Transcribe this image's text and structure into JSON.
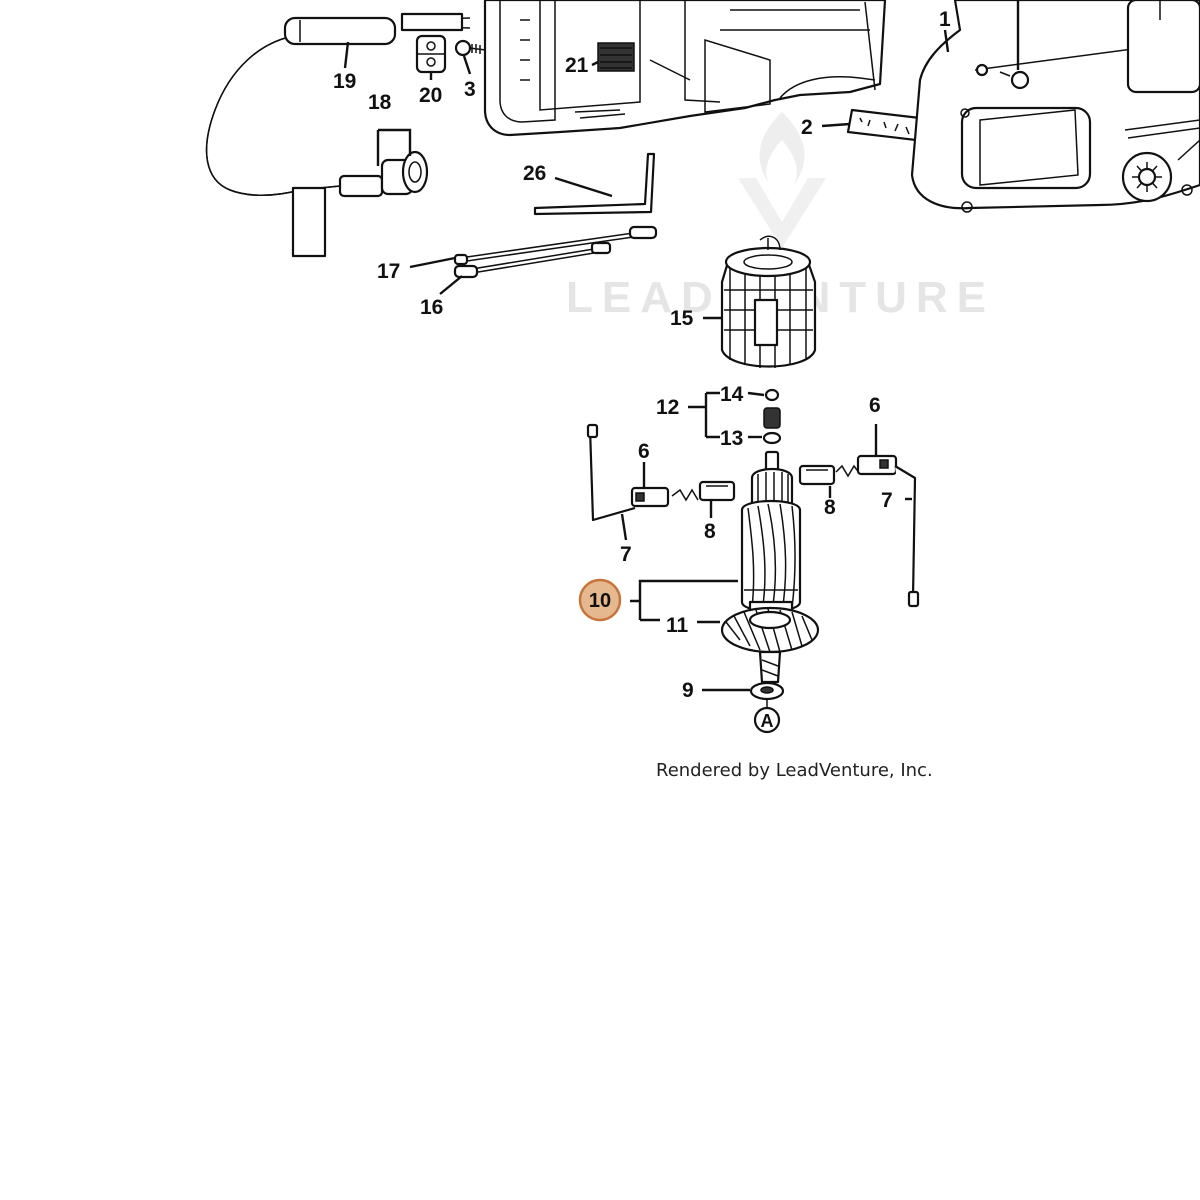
{
  "watermark": {
    "brand": "LEADVENTURE"
  },
  "credit": "Rendered by LeadVenture, Inc.",
  "reference_marker": "A",
  "highlight": {
    "label": "10",
    "fill": "#e6b890",
    "stroke": "#c8733a"
  },
  "callouts": {
    "c1": "1",
    "c2": "2",
    "c3": "3",
    "c6a": "6",
    "c6b": "6",
    "c7a": "7",
    "c7b": "7",
    "c8a": "8",
    "c8b": "8",
    "c9": "9",
    "c11": "11",
    "c12": "12",
    "c13": "13",
    "c14": "14",
    "c15": "15",
    "c16": "16",
    "c17": "17",
    "c18": "18",
    "c19": "19",
    "c20": "20",
    "c21": "21",
    "c26": "26"
  }
}
